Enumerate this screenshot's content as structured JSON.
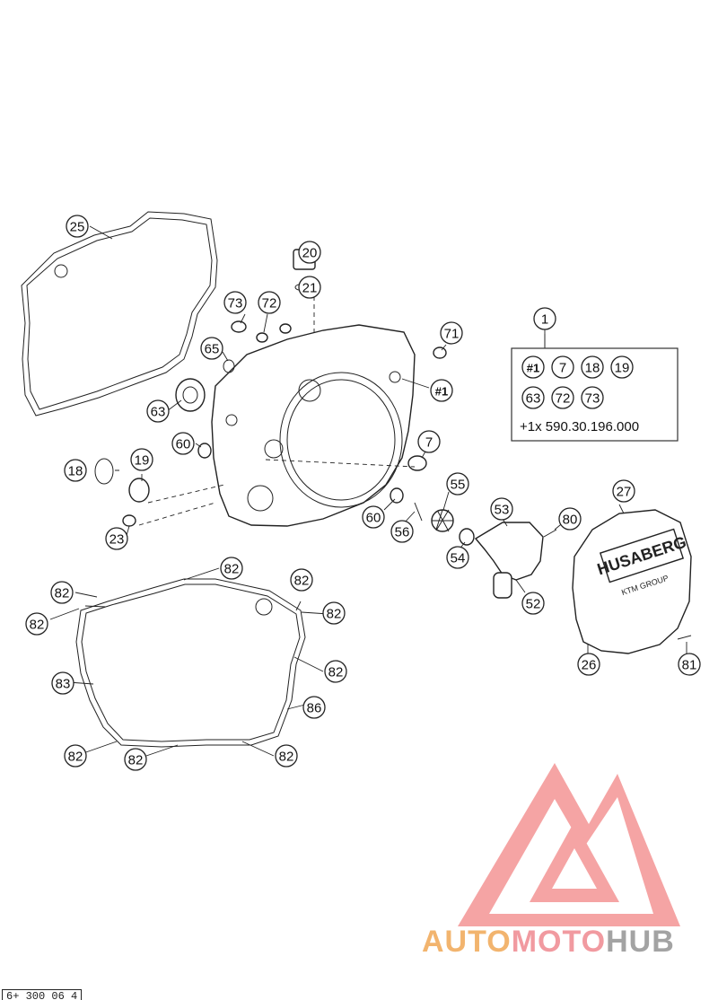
{
  "callouts": [
    "25",
    "20",
    "21",
    "73",
    "72",
    "65",
    "63",
    "60",
    "71",
    "#1",
    "18",
    "19",
    "23",
    "7",
    "55",
    "60",
    "56",
    "53",
    "80",
    "27",
    "54",
    "52",
    "26",
    "81",
    "82",
    "82",
    "82",
    "82",
    "82",
    "82",
    "83",
    "86",
    "82",
    "82",
    "82",
    "1"
  ],
  "kit": {
    "row1": [
      "#1",
      "7",
      "18",
      "19"
    ],
    "row2": [
      "63",
      "72",
      "73"
    ],
    "line3": "+1x 590.30.196.000"
  },
  "cover_brand": "HUSABERG",
  "cover_sub": "KTM GROUP",
  "watermark": {
    "part1": "AUTO",
    "part2": "MOTO",
    "part3": "HUB"
  },
  "footer_code": "6+ 300 06 4",
  "colors": {
    "watermark_red": "#f08a8a",
    "watermark_orange": "#f2b46e",
    "watermark_gray": "#a3a3a3"
  }
}
